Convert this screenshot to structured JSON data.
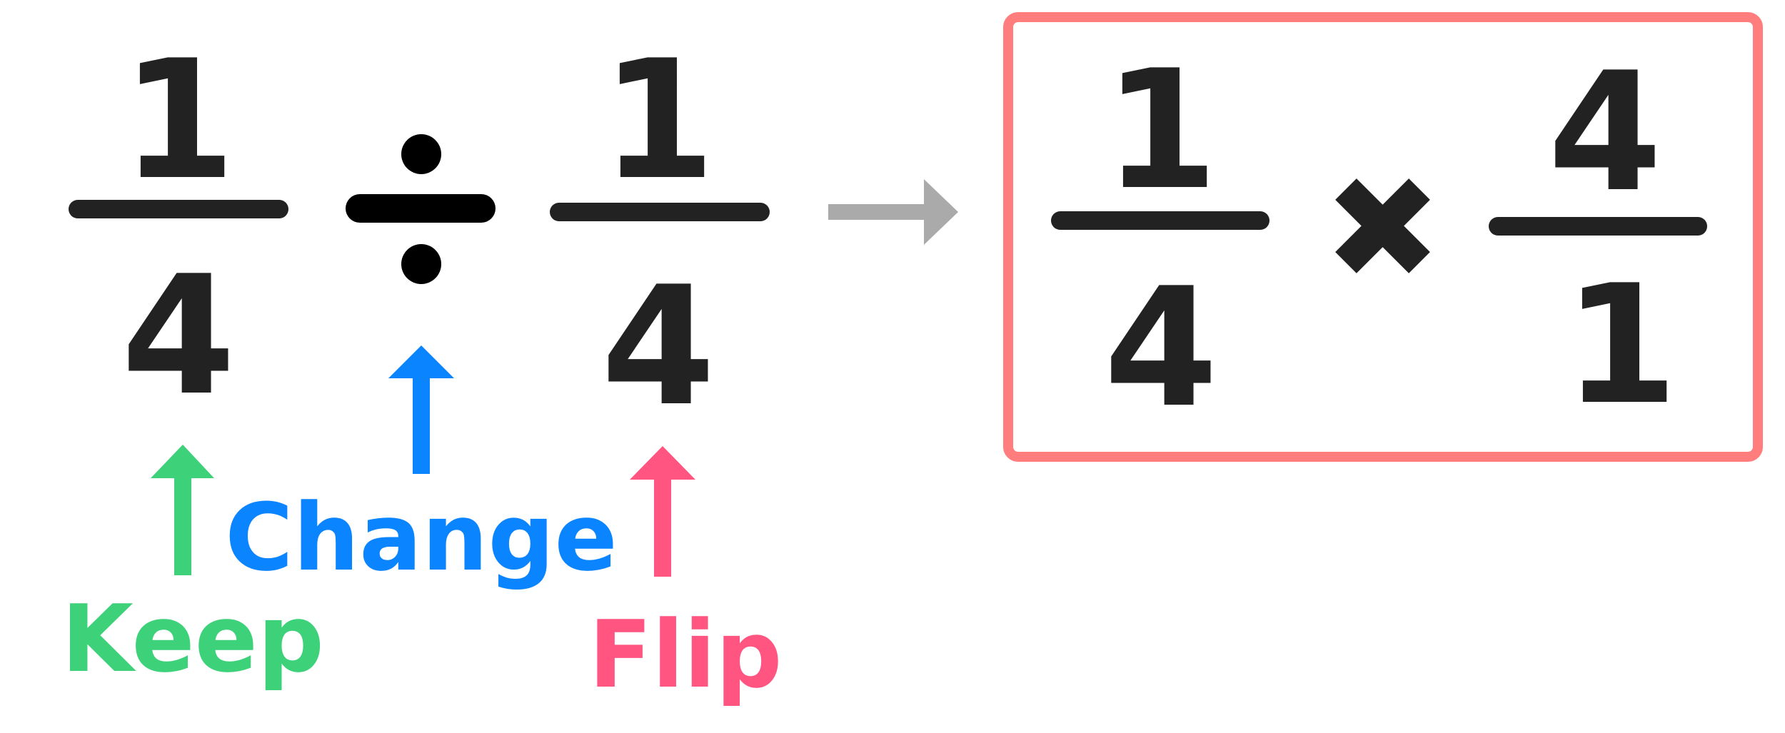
{
  "left_expression": {
    "fraction_a": {
      "numerator": "1",
      "denominator": "4"
    },
    "operator": "÷",
    "fraction_b": {
      "numerator": "1",
      "denominator": "4"
    }
  },
  "result_expression": {
    "fraction_a": {
      "numerator": "1",
      "denominator": "4"
    },
    "operator": "×",
    "fraction_b": {
      "numerator": "4",
      "denominator": "1"
    }
  },
  "labels": {
    "keep": "Keep",
    "change": "Change",
    "flip": "Flip"
  },
  "colors": {
    "ink": "#222222",
    "keep": "#3dd17a",
    "change": "#0a84ff",
    "flip": "#ff5580",
    "transform_arrow": "#aaaaaa",
    "result_box": "#ff7d7d"
  },
  "icons": {
    "divide": "division-sign-icon",
    "multiply": "multiplication-sign-icon",
    "transform": "right-arrow-icon",
    "pointers": "up-arrow-icon"
  }
}
